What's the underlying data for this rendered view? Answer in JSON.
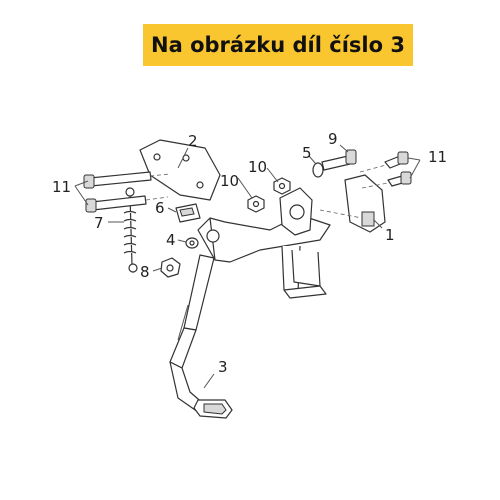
{
  "banner": {
    "text": "Na obrázku díl číslo 3",
    "background": "#f9c630"
  },
  "callouts": {
    "c1": "1",
    "c2": "2",
    "c3": "3",
    "c4": "4",
    "c5": "5",
    "c6": "6",
    "c7": "7",
    "c8": "8",
    "c9": "9",
    "c10a": "10",
    "c10b": "10",
    "c11a": "11",
    "c11b": "11"
  }
}
